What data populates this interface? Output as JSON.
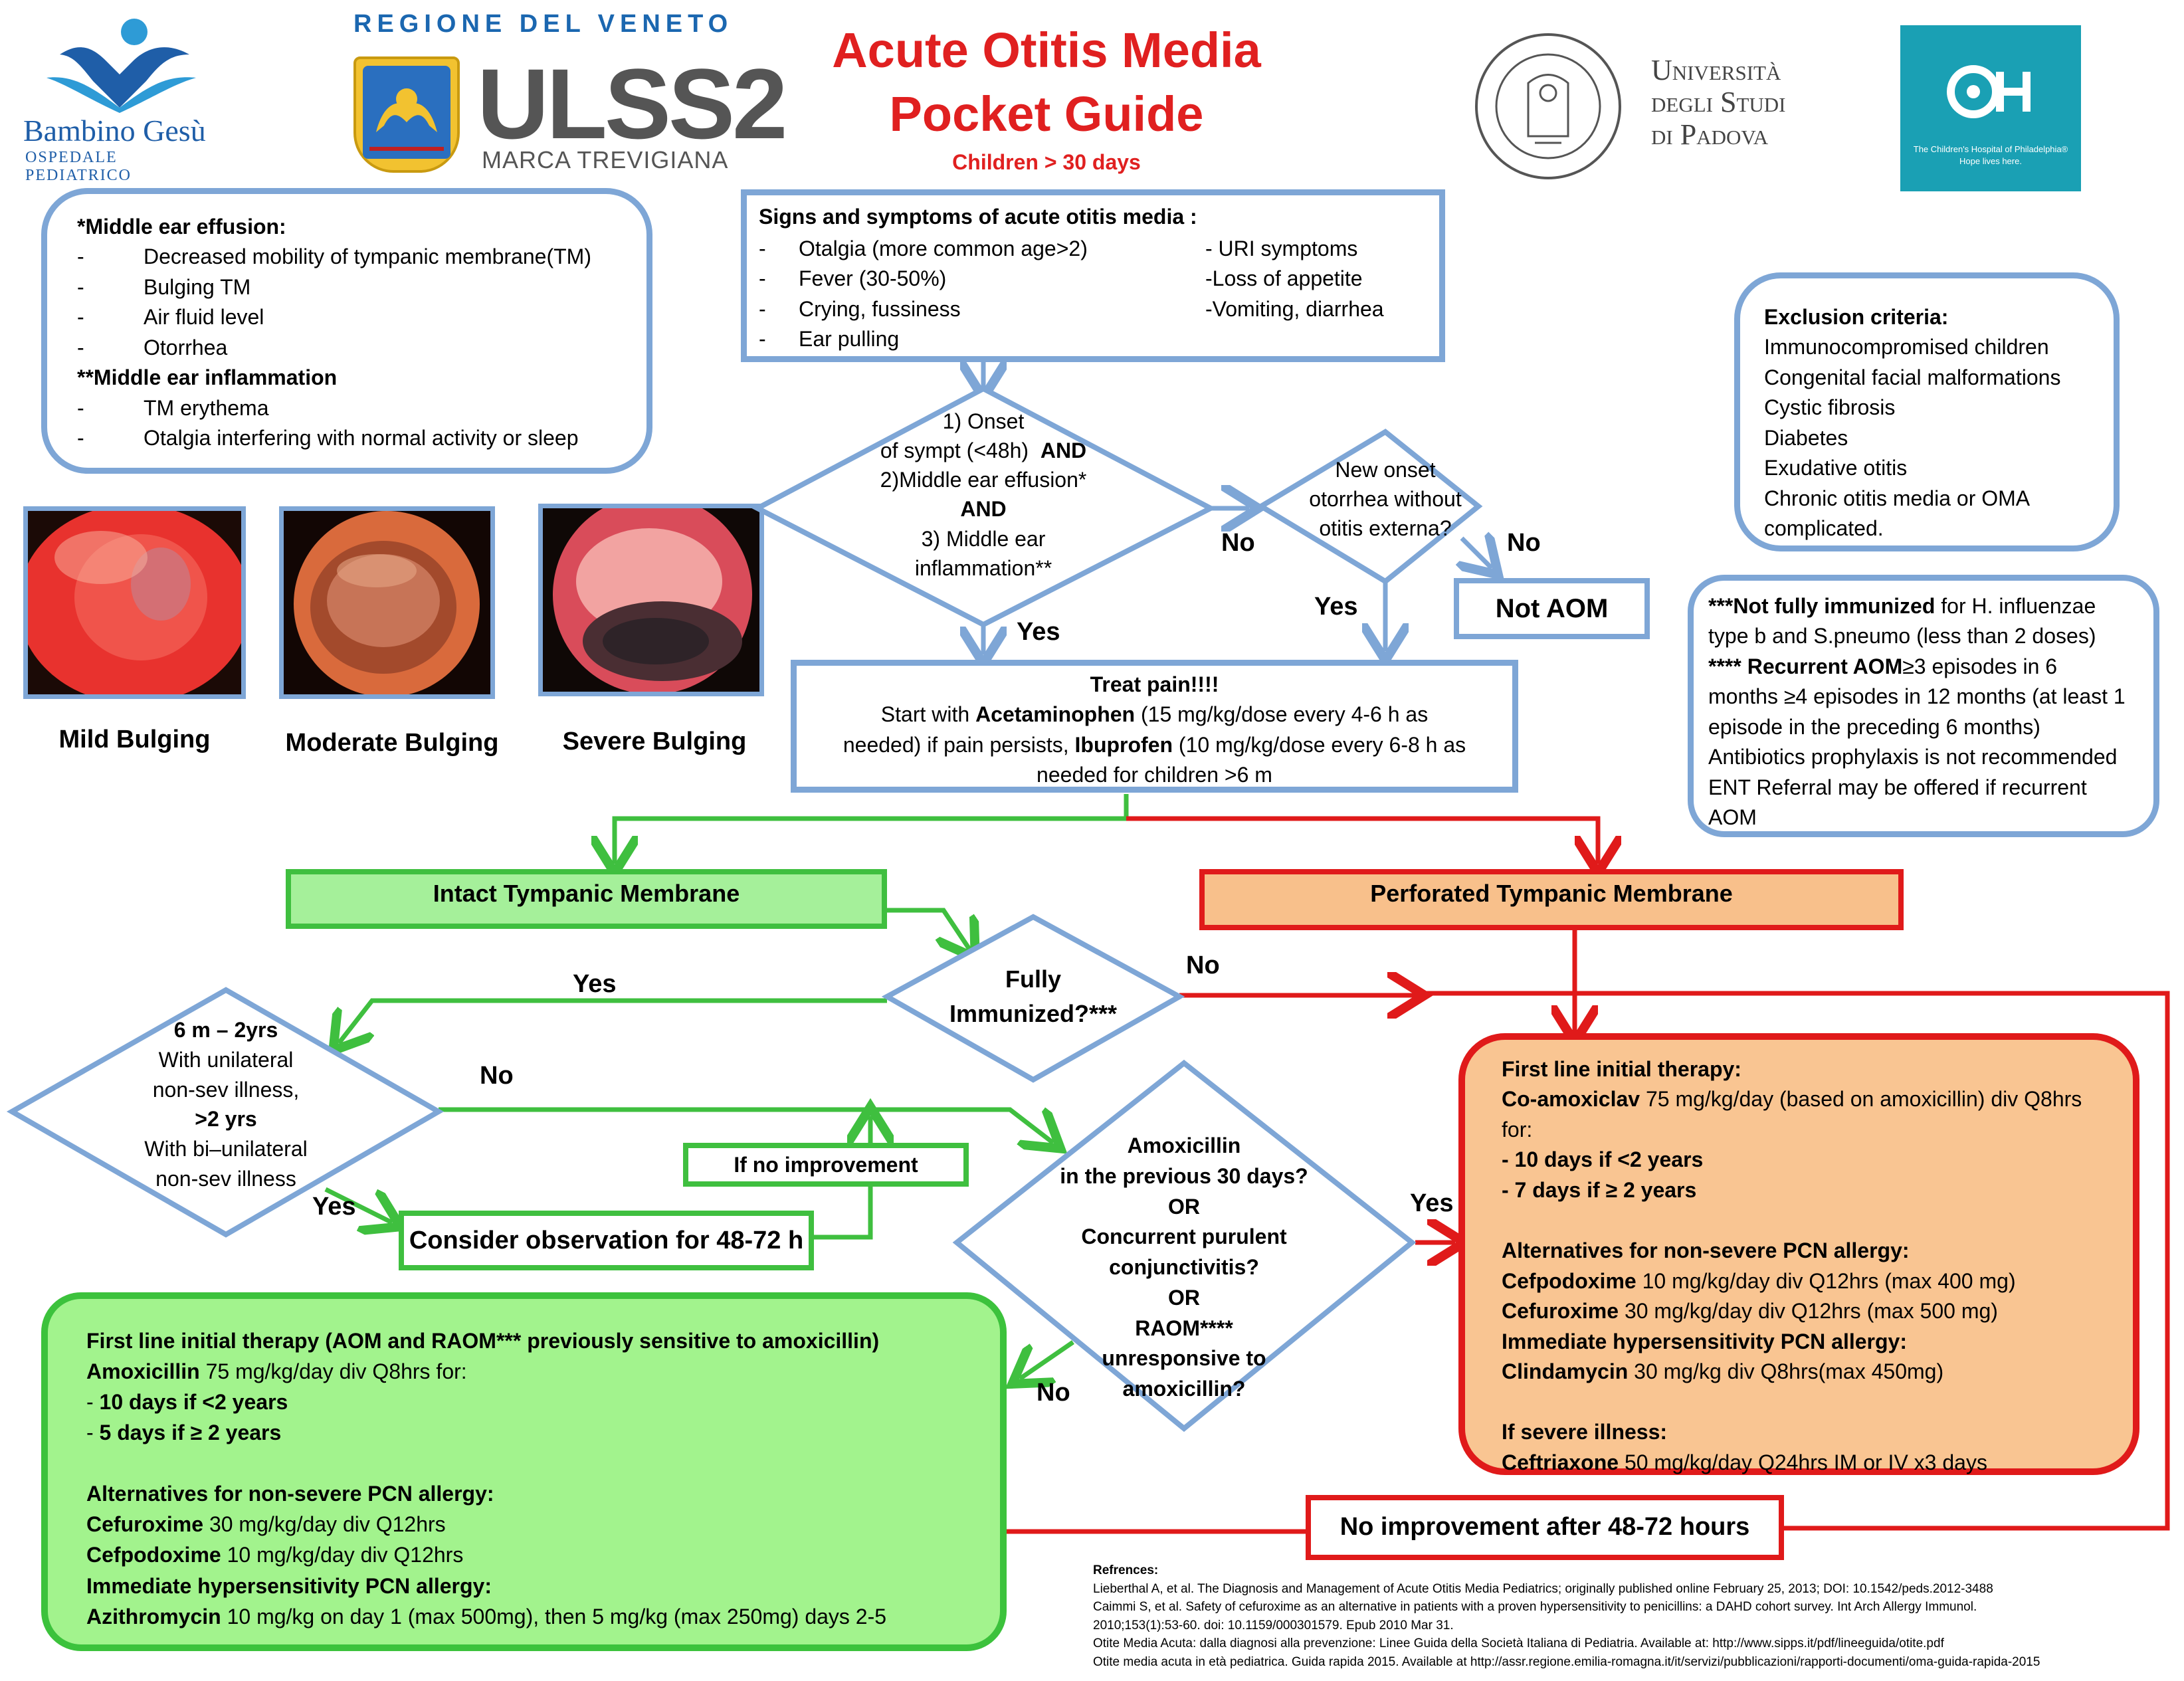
{
  "header": {
    "title_line1": "Acute Otitis Media",
    "title_line2": "Pocket Guide",
    "subtitle": "Children > 30 days"
  },
  "logos": {
    "bambino_name": "Bambino Gesù",
    "bambino_sub": "OSPEDALE PEDIATRICO",
    "veneto": "REGIONE DEL VENETO",
    "ulss": "ULSS2",
    "marca": "MARCA TREVIGIANA",
    "unipd_line1": "Università",
    "unipd_line2": "degli Studi",
    "unipd_line3": "di Padova",
    "chop_tagline": "The Children's Hospital of Philadelphia® Hope lives here."
  },
  "effusion_box": {
    "title1": "*Middle ear effusion:",
    "items1": [
      "Decreased mobility of tympanic membrane(TM)",
      "Bulging TM",
      "Air fluid level",
      "Otorrhea"
    ],
    "title2": "**Middle ear inflammation",
    "items2": [
      "TM erythema",
      "Otalgia interfering with normal activity or sleep"
    ],
    "dash": "-"
  },
  "signs_box": {
    "title": "Signs and symptoms of acute otitis media :",
    "left": [
      "Otalgia (more common age>2)",
      "Fever (30-50%)",
      "Crying, fussiness",
      "Ear pulling"
    ],
    "right": [
      "- URI symptoms",
      "-Loss of appetite",
      "-Vomiting, diarrhea"
    ],
    "dash": "-"
  },
  "exclusion_box": {
    "title": "Exclusion criteria:",
    "items": [
      "Immunocompromised children",
      "Congenital facial malformations",
      "Cystic fibrosis",
      "Diabetes",
      "Exudative otitis",
      "Chronic otitis media or OMA complicated."
    ]
  },
  "notes_box": {
    "l1_bold": "***Not fully immunized",
    "l1_rest": " for H. influenzae",
    "l2": "type b and S.pneumo (less than 2 doses)",
    "l3_bold": "**** Recurrent AOM",
    "l3_rest": "≥3 episodes in 6",
    "l4": "months ≥4 episodes in 12 months (at least 1",
    "l5": "episode in the preceding 6 months)",
    "l6": "Antibiotics prophylaxis is not recommended",
    "l7": "ENT Referral may be offered if recurrent",
    "l8": "AOM"
  },
  "images": {
    "mild": "Mild Bulging",
    "moderate": "Moderate Bulging",
    "severe": "Severe Bulging"
  },
  "diamond_onset": {
    "l1": "1) Onset",
    "l2a": "of sympt (<48h)",
    "l2b": "AND",
    "l3": "2)Middle ear effusion*",
    "l4": "AND",
    "l5": "3) Middle ear",
    "l6": "inflammation**"
  },
  "diamond_otorrhea": {
    "l1": "New onset",
    "l2": "otorrhea without",
    "l3": "otitis externa?"
  },
  "not_aom": "Not AOM",
  "treat_pain": {
    "title": "Treat pain!!!!",
    "l1a": "Start with ",
    "l1b": "Acetaminophen",
    "l1c": " (15 mg/kg/dose every 4-6 h as",
    "l2a": "needed) if pain persists, ",
    "l2b": "Ibuprofen",
    "l2c": " (10 mg/kg/dose every 6-8 h as",
    "l3": "needed for children >6 m"
  },
  "intact_tm": "Intact Tympanic Membrane",
  "perforated_tm": "Perforated Tympanic Membrane",
  "diamond_immunized": {
    "l1": "Fully",
    "l2": "Immunized?***"
  },
  "diamond_age": {
    "l1": "6 m – 2yrs",
    "l2": "With unilateral",
    "l3": "non-sev illness,",
    "l4": ">2 yrs",
    "l5": "With bi–unilateral",
    "l6": "non-sev illness"
  },
  "if_no_improvement": "If no improvement",
  "observation": "Consider observation for 48-72 h",
  "diamond_amox": {
    "l1": "Amoxicillin",
    "l2": "in the previous  30 days?",
    "l3": "OR",
    "l4": "Concurrent purulent",
    "l5": "conjunctivitis?",
    "l6": "OR",
    "l7": "RAOM****",
    "l8": "unresponsive to",
    "l9": "amoxicillin?"
  },
  "labels": {
    "no": "No",
    "yes": "Yes"
  },
  "green_therapy": {
    "title": "First line initial therapy (AOM and RAOM*** previously sensitive to amoxicillin)",
    "drug1": "Amoxicillin",
    "drug1_rest": " 75 mg/kg/day div Q8hrs for:",
    "d1": "- ",
    "d1b": "10 days if <2 years",
    "d2": "- ",
    "d2b": "5 days if ≥ 2 years",
    "alt_title": "Alternatives for non-severe PCN allergy:",
    "alt1": "Cefuroxime",
    "alt1_rest": " 30 mg/kg/day div Q12hrs",
    "alt2": "Cefpodoxime",
    "alt2_rest": " 10 mg/kg/day div Q12hrs",
    "imm_title": "Immediate hypersensitivity PCN allergy:",
    "imm1": "Azithromycin",
    "imm1_rest": " 10 mg/kg on day 1 (max 500mg), then 5 mg/kg (max 250mg) days 2-5"
  },
  "orange_therapy": {
    "title": "First line initial therapy:",
    "drug1": "Co-amoxiclav",
    "drug1_rest": " 75 mg/kg/day (based on amoxicillin) div Q8hrs",
    "for": "for:",
    "d1": "- 10 days if <2 years",
    "d2": "- 7 days if ≥ 2 years",
    "alt_title": "Alternatives for non-severe PCN allergy:",
    "alt1": "Cefpodoxime",
    "alt1_rest": " 10 mg/kg/day div Q12hrs (max 400 mg)",
    "alt2": "Cefuroxime",
    "alt2_rest": " 30 mg/kg/day div Q12hrs (max 500 mg)",
    "imm_title": "Immediate hypersensitivity PCN allergy:",
    "imm1": "Clindamycin",
    "imm1_rest": "  30 mg/kg div Q8hrs(max 450mg)",
    "sev_title": "If severe illness:",
    "sev1": "Ceftriaxone",
    "sev1_rest": " 50 mg/kg/day Q24hrs IM or IV x3 days"
  },
  "no_improvement_48": "No improvement after 48-72 hours",
  "references": {
    "title": "Refrences:",
    "r1": "Lieberthal A, et al. The Diagnosis and Management of Acute Otitis Media   Pediatrics; originally published online February 25, 2013; DOI: 10.1542/peds.2012-3488",
    "r2": " Caimmi S, et al. Safety of cefuroxime as an alternative in patients with a proven hypersensitivity to penicillins: a DAHD cohort survey.  Int Arch Allergy Immunol.",
    "r3": "2010;153(1):53-60. doi: 10.1159/000301579. Epub 2010 Mar 31.",
    "r4": "Otite Media Acuta: dalla diagnosi alla prevenzione: Linee Guida della Società Italiana di Pediatria. Available at: http://www.sipps.it/pdf/lineeguida/otite.pdf",
    "r5": "Otite media acuta in età pediatrica. Guida rapida 2015. Available at http://assr.regione.emilia-romagna.it/it/servizi/pubblicazioni/rapporti-documenti/oma-guida-rapida-2015"
  },
  "colors": {
    "title_red": "#e02020",
    "box_blue": "#7ea6d6",
    "green_fill": "#a2f38d",
    "green_line": "#3cc23c",
    "orange_fill": "#f9c592",
    "red_line": "#e01a1a"
  }
}
